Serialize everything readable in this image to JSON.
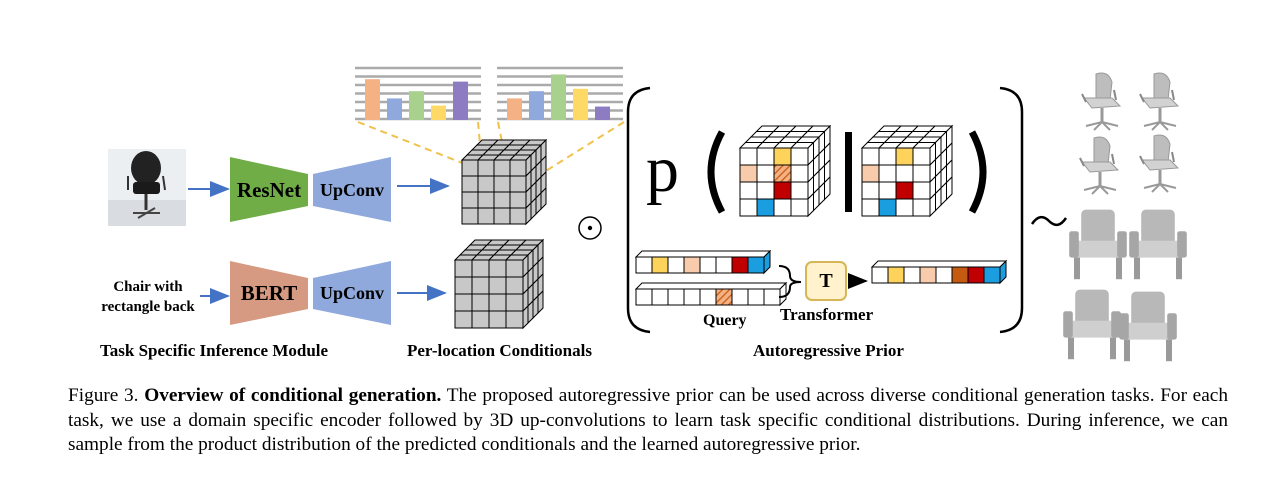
{
  "modules": {
    "encoder_image": "ResNet",
    "encoder_text": "BERT",
    "upconv": "UpConv",
    "text_input": "Chair with rectangle back",
    "transformer_letter": "T",
    "query_label": "Query",
    "transformer_label": "Transformer",
    "product_symbol": "⊙",
    "tilde": "~",
    "prob_p": "p("
  },
  "section_labels": {
    "task": "Task Specific Inference Module",
    "conditionals": "Per-location Conditionals",
    "prior": "Autoregressive Prior"
  },
  "histograms": [
    {
      "values": [
        0.85,
        0.45,
        0.6,
        0.3,
        0.8
      ],
      "colors": [
        "#f4b183",
        "#8fa9dc",
        "#a9d18e",
        "#ffd966",
        "#8e7cc3"
      ]
    },
    {
      "values": [
        0.45,
        0.6,
        0.95,
        0.65,
        0.28
      ],
      "colors": [
        "#f4b183",
        "#8fa9dc",
        "#a9d18e",
        "#ffd966",
        "#8e7cc3"
      ]
    }
  ],
  "colors": {
    "resnet": "#70ad47",
    "bert": "#d69a82",
    "upconv": "#8fa9dc",
    "arrow": "#4472c4",
    "cube_gray": "#c8c8c8",
    "yellow": "#fdd35b",
    "peach": "#f8cbad",
    "red": "#c00000",
    "blue": "#1b9ee0",
    "brown": "#c55a11",
    "transformer": "#fff2cc"
  },
  "caption": {
    "prefix": "Figure 3. ",
    "bold": "Overview of conditional generation.",
    "text": " The proposed autoregressive prior can be used across diverse conditional generation tasks. For each task, we use a domain specific encoder followed by 3D up-convolutions to learn task specific conditional distributions. During inference, we can sample from the product distribution of the predicted conditionals and the learned autoregressive prior."
  }
}
